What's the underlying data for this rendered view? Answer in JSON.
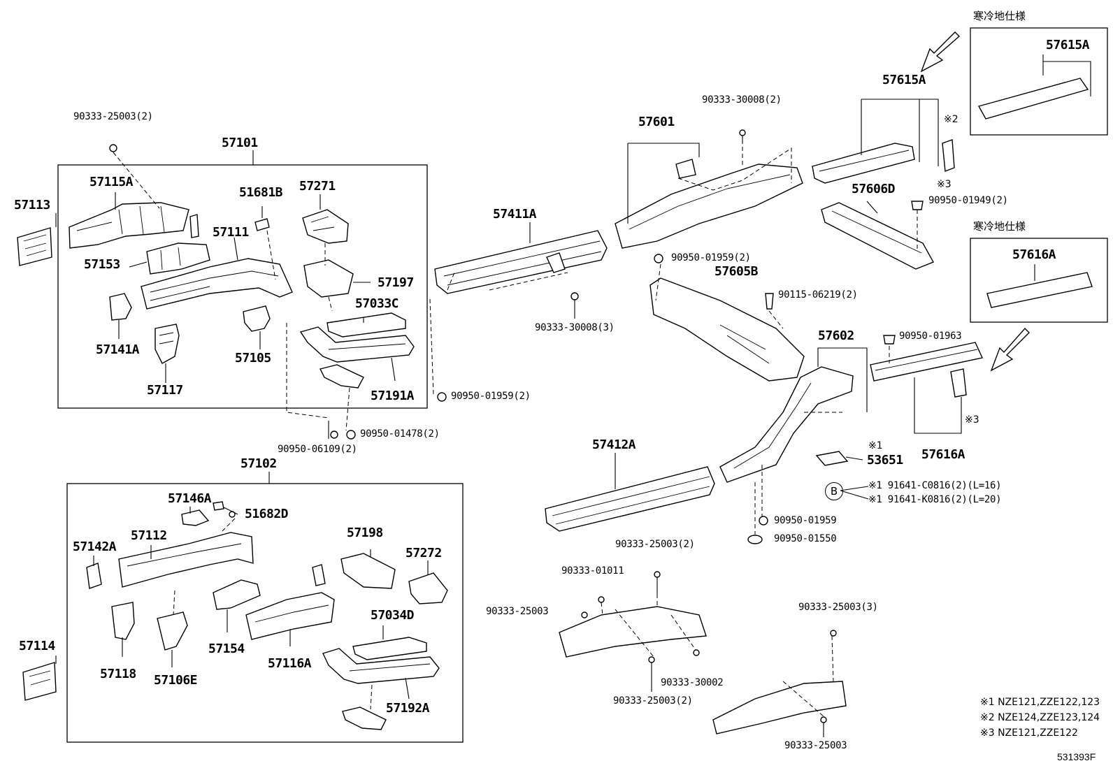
{
  "labels": {
    "l57113": "57113",
    "l57114": "57114",
    "l57101": "57101",
    "l57102": "57102",
    "l57115A": "57115A",
    "l57153": "57153",
    "l57141A": "57141A",
    "l57117": "57117",
    "l51681B": "51681B",
    "l57271": "57271",
    "l57111": "57111",
    "l57197": "57197",
    "l57033C": "57033C",
    "l57105": "57105",
    "l57191A": "57191A",
    "l57146A": "57146A",
    "l51682D": "51682D",
    "l57112": "57112",
    "l57142A": "57142A",
    "l57198": "57198",
    "l57272": "57272",
    "l57034D": "57034D",
    "l57154": "57154",
    "l57116A": "57116A",
    "l57118": "57118",
    "l57106E": "57106E",
    "l57192A": "57192A",
    "l57411A": "57411A",
    "l57412A": "57412A",
    "l57601": "57601",
    "l57605B": "57605B",
    "l57602": "57602",
    "l53651": "53651",
    "l57615A_a": "57615A",
    "l57615A_b": "57615A",
    "l57606D": "57606D",
    "l57616A_a": "57616A",
    "l57616A_b": "57616A"
  },
  "fasteners": {
    "f1": "90333-25003(2)",
    "f2": "90950-01959(2)",
    "f3": "90950-01478(2)",
    "f4": "90950-06109(2)",
    "f5": "90333-30008(3)",
    "f6": "90333-30008(2)",
    "f7": "90950-01959(2)",
    "f8": "90115-06219(2)",
    "f9": "90950-01949(2)",
    "f10": "90950-01963",
    "f11": "90950-01959",
    "f12": "90950-01550",
    "f13": "90333-25003(2)",
    "f14": "90333-01011",
    "f15": "90333-25003",
    "f16": "90333-30002",
    "f17": "90333-25003(2)",
    "f18": "90333-25003(3)",
    "f19": "90333-25003",
    "f20": "※1 91641-C0816(2)(L=16)",
    "f21": "※1 91641-K0816(2)(L=20)"
  },
  "marks": {
    "m1": "※1",
    "m2": "※2",
    "m3": "※3",
    "m4": "※3",
    "circle_b": "B"
  },
  "japanese": {
    "cold_spec_a": "寒冷地仕様",
    "cold_spec_b": "寒冷地仕様"
  },
  "notes": [
    "※1 NZE121,ZZE122,123",
    "※2 NZE124,ZZE123,124",
    "※3 NZE121,ZZE122"
  ],
  "diagram_code": "531393F"
}
